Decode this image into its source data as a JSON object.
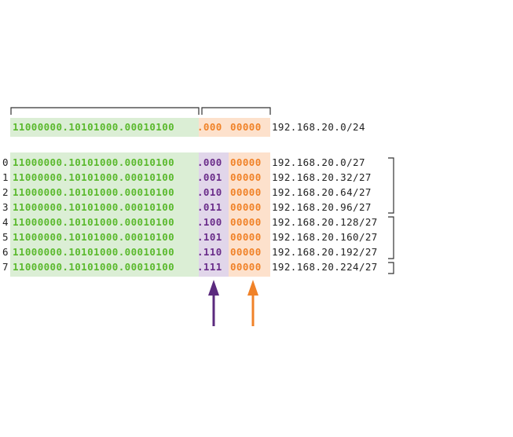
{
  "colors": {
    "network_bg": "#dbeed5",
    "subnet_bg": "#e1d6ea",
    "host_bg": "#fde1cc",
    "network_text": "#5ab92d",
    "subnet_text": "#6a2c8a",
    "host_text": "#f08228",
    "subnet_arrow": "#5b2a7e",
    "host_arrow": "#f08228",
    "bracket": "#333333"
  },
  "original": {
    "network_bits": "11000000.10101000.00010100",
    "subnet_bits": ".000",
    "host_bits": "00000",
    "cidr": "192.168.20.0/24"
  },
  "subnets": [
    {
      "index": "0",
      "network_bits": "11000000.10101000.00010100",
      "subnet_bits": ".000",
      "host_bits": "00000",
      "cidr": "192.168.20.0/27"
    },
    {
      "index": "1",
      "network_bits": "11000000.10101000.00010100",
      "subnet_bits": ".001",
      "host_bits": "00000",
      "cidr": "192.168.20.32/27"
    },
    {
      "index": "2",
      "network_bits": "11000000.10101000.00010100",
      "subnet_bits": ".010",
      "host_bits": "00000",
      "cidr": "192.168.20.64/27"
    },
    {
      "index": "3",
      "network_bits": "11000000.10101000.00010100",
      "subnet_bits": ".011",
      "host_bits": "00000",
      "cidr": "192.168.20.96/27"
    },
    {
      "index": "4",
      "network_bits": "11000000.10101000.00010100",
      "subnet_bits": ".100",
      "host_bits": "00000",
      "cidr": "192.168.20.128/27"
    },
    {
      "index": "5",
      "network_bits": "11000000.10101000.00010100",
      "subnet_bits": ".101",
      "host_bits": "00000",
      "cidr": "192.168.20.160/27"
    },
    {
      "index": "6",
      "network_bits": "11000000.10101000.00010100",
      "subnet_bits": ".110",
      "host_bits": "00000",
      "cidr": "192.168.20.192/27"
    },
    {
      "index": "7",
      "network_bits": "11000000.10101000.00010100",
      "subnet_bits": ".111",
      "host_bits": "00000",
      "cidr": "192.168.20.224/27"
    }
  ]
}
